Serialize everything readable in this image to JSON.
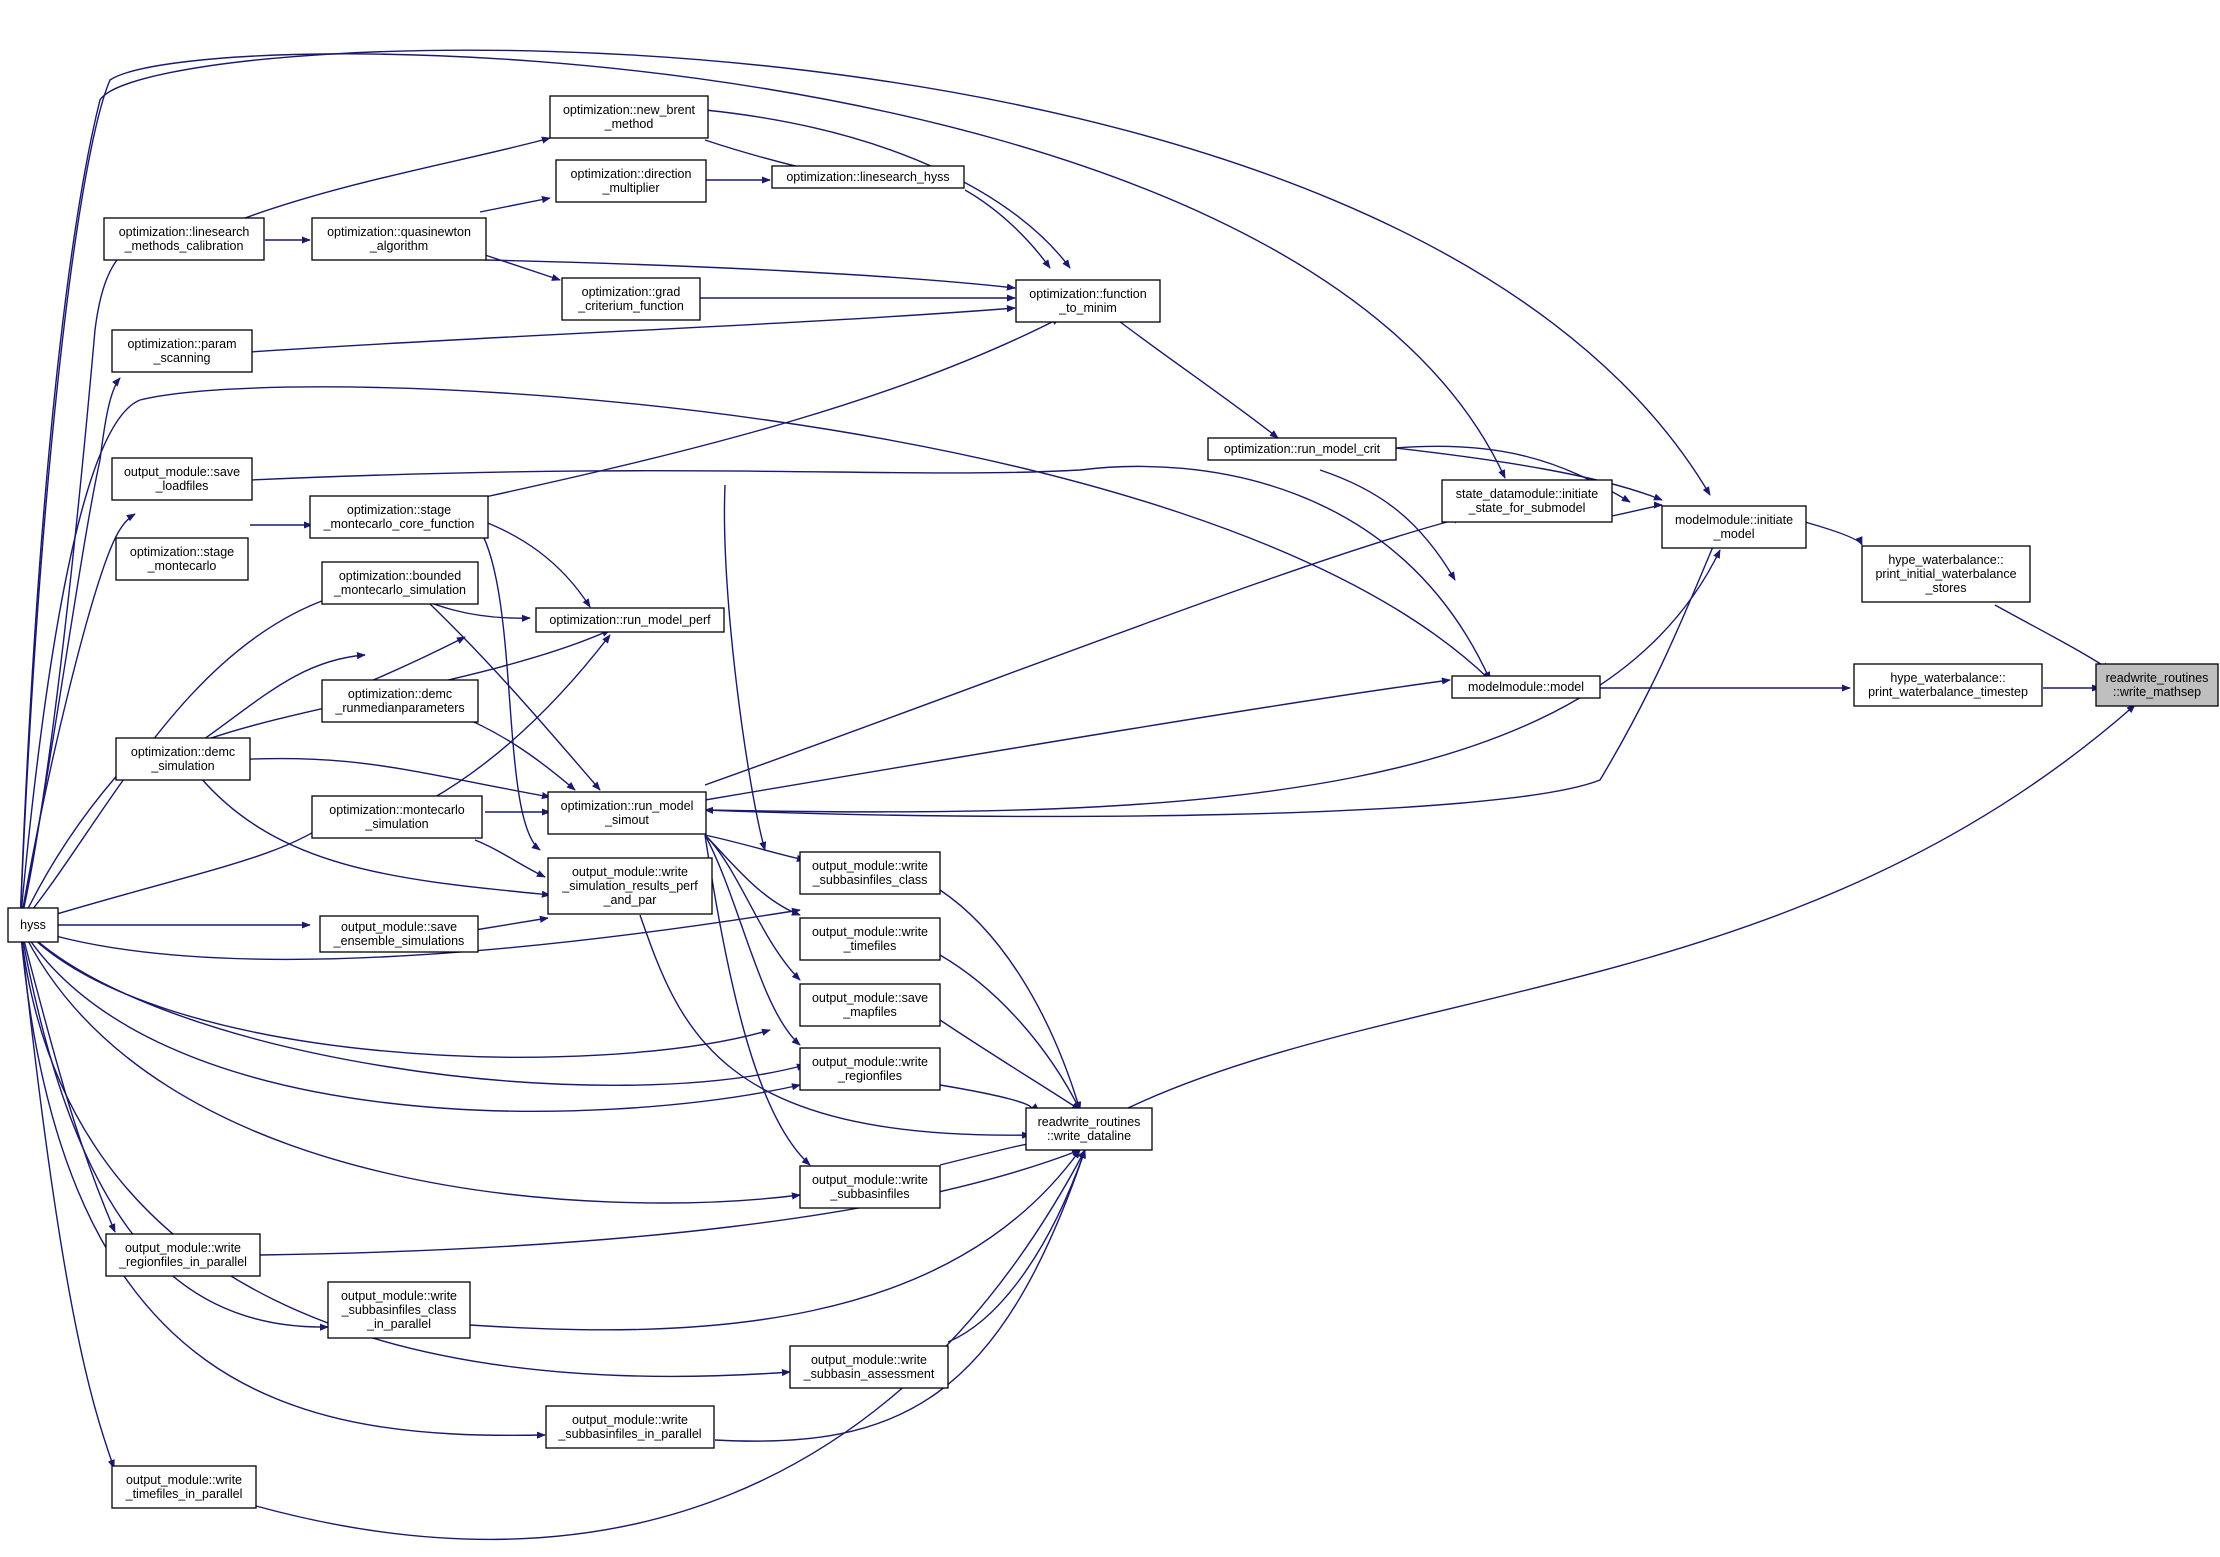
{
  "title": "",
  "arrow_color": "#191970",
  "highlight_fill": "#bfbfbf",
  "nodes": [
    {
      "id": "hyss",
      "lines": [
        "hyss"
      ]
    },
    {
      "id": "lsmc",
      "lines": [
        "optimization::linesearch",
        "_methods_calibration"
      ]
    },
    {
      "id": "newbrent",
      "lines": [
        "optimization::new_brent",
        "_method"
      ]
    },
    {
      "id": "dirmult",
      "lines": [
        "optimization::direction",
        "_multiplier"
      ]
    },
    {
      "id": "lshyss",
      "lines": [
        "optimization::linesearch_hyss"
      ]
    },
    {
      "id": "qna",
      "lines": [
        "optimization::quasinewton",
        "_algorithm"
      ]
    },
    {
      "id": "gradcrit",
      "lines": [
        "optimization::grad",
        "_criterium_function"
      ]
    },
    {
      "id": "ftomin",
      "lines": [
        "optimization::function",
        "_to_minim"
      ]
    },
    {
      "id": "pscan",
      "lines": [
        "optimization::param",
        "_scanning"
      ]
    },
    {
      "id": "saveload",
      "lines": [
        "output_module::save",
        "_loadfiles"
      ]
    },
    {
      "id": "stagemc",
      "lines": [
        "optimization::stage",
        "_montecarlo"
      ]
    },
    {
      "id": "stagemccore",
      "lines": [
        "optimization::stage",
        "_montecarlo_core_function"
      ]
    },
    {
      "id": "boundedmc",
      "lines": [
        "optimization::bounded",
        "_montecarlo_simulation"
      ]
    },
    {
      "id": "runperf",
      "lines": [
        "optimization::run_model_perf"
      ]
    },
    {
      "id": "demcmed",
      "lines": [
        "optimization::demc",
        "_runmedianparameters"
      ]
    },
    {
      "id": "demcsim",
      "lines": [
        "optimization::demc",
        "_simulation"
      ]
    },
    {
      "id": "mcsim",
      "lines": [
        "optimization::montecarlo",
        "_simulation"
      ]
    },
    {
      "id": "simout",
      "lines": [
        "optimization::run_model",
        "_simout"
      ]
    },
    {
      "id": "wsimres",
      "lines": [
        "output_module::write",
        "_simulation_results_perf",
        "_and_par"
      ]
    },
    {
      "id": "saveens",
      "lines": [
        "output_module::save",
        "_ensemble_simulations"
      ]
    },
    {
      "id": "wsubclass",
      "lines": [
        "output_module::write",
        "_subbasinfiles_class"
      ]
    },
    {
      "id": "wtime",
      "lines": [
        "output_module::write",
        "_timefiles"
      ]
    },
    {
      "id": "savemap",
      "lines": [
        "output_module::save",
        "_mapfiles"
      ]
    },
    {
      "id": "wregion",
      "lines": [
        "output_module::write",
        "_regionfiles"
      ]
    },
    {
      "id": "wsub",
      "lines": [
        "output_module::write",
        "_subbasinfiles"
      ]
    },
    {
      "id": "wregionpar",
      "lines": [
        "output_module::write",
        "_regionfiles_in_parallel"
      ]
    },
    {
      "id": "wsubclasspar",
      "lines": [
        "output_module::write",
        "_subbasinfiles_class",
        "_in_parallel"
      ]
    },
    {
      "id": "wsubassess",
      "lines": [
        "output_module::write",
        "_subbasin_assessment"
      ]
    },
    {
      "id": "wsubpar",
      "lines": [
        "output_module::write",
        "_subbasinfiles_in_parallel"
      ]
    },
    {
      "id": "wtimepar",
      "lines": [
        "output_module::write",
        "_timefiles_in_parallel"
      ]
    },
    {
      "id": "dataline",
      "lines": [
        "readwrite_routines",
        "::write_dataline"
      ]
    },
    {
      "id": "runcrit",
      "lines": [
        "optimization::run_model_crit"
      ]
    },
    {
      "id": "initsub",
      "lines": [
        "state_datamodule::initiate",
        "_state_for_submodel"
      ]
    },
    {
      "id": "initmodel",
      "lines": [
        "modelmodule::initiate",
        "_model"
      ]
    },
    {
      "id": "model",
      "lines": [
        "modelmodule::model"
      ]
    },
    {
      "id": "pinit",
      "lines": [
        "hype_waterbalance::",
        "print_initial_waterbalance",
        "_stores"
      ]
    },
    {
      "id": "ptimestep",
      "lines": [
        "hype_waterbalance::",
        "print_waterbalance_timestep"
      ]
    },
    {
      "id": "mathsep",
      "lines": [
        "readwrite_routines",
        "::write_mathsep"
      ],
      "current": true
    }
  ]
}
